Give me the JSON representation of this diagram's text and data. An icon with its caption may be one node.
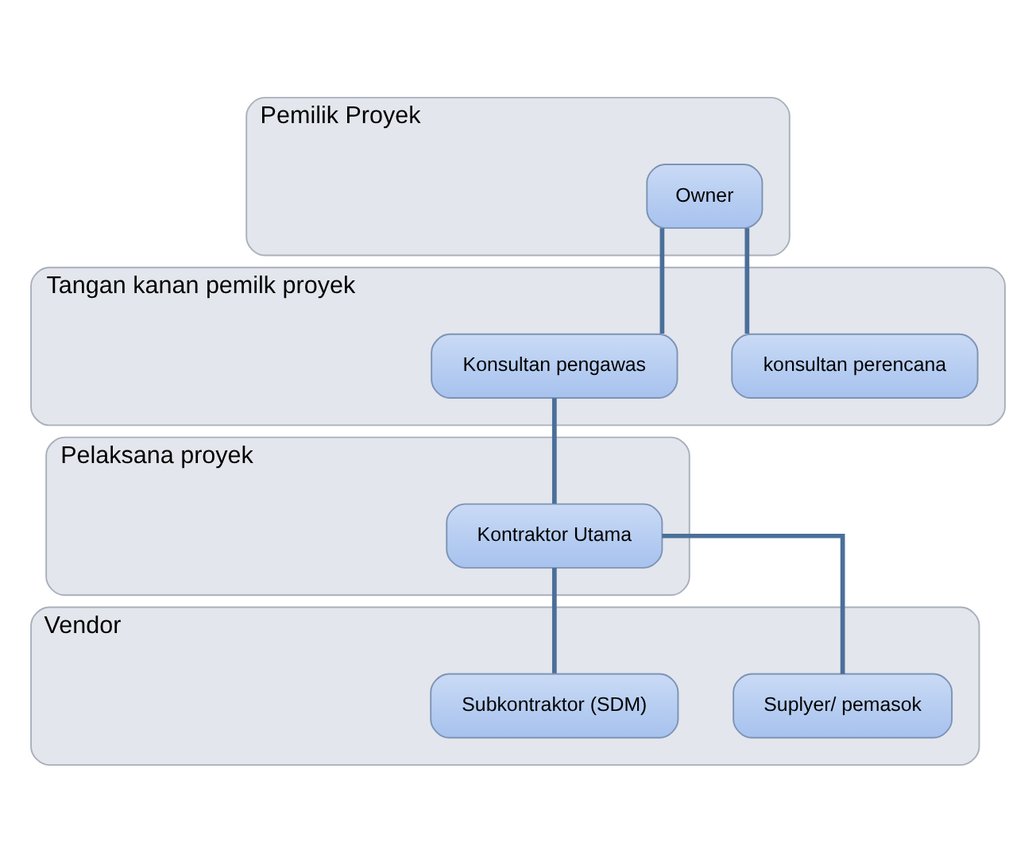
{
  "diagram": {
    "nodes": [
      {
        "text": [
          "Pemilik Proyek"
        ]
      },
      {
        "text": [
          "Owner"
        ],
        "in": 0
      },
      {
        "text": [
          "Tangan kanan pemilk proyek"
        ]
      },
      {
        "text": [
          "Konsultan pengawas"
        ],
        "in": 2
      },
      {
        "text": [
          "konsultan perencana"
        ],
        "in": 2
      },
      {
        "text": [
          "Pelaksana proyek"
        ]
      },
      {
        "text": [
          "Kontraktor Utama"
        ],
        "in": 5
      },
      {
        "text": [
          "Vendor"
        ]
      },
      {
        "text": [
          "Subkontraktor (SDM)"
        ],
        "in": 7
      },
      {
        "text": [
          "Suplyer/ pemasok"
        ],
        "in": 7
      }
    ],
    "edges": [
      {
        "from": 1,
        "to": 3,
        "arrow": "none"
      },
      {
        "from": 1,
        "to": 4,
        "arrow": "none"
      },
      {
        "from": 3,
        "to": 6,
        "arrow": "none"
      },
      {
        "from": 6,
        "to": 8,
        "arrow": "none"
      },
      {
        "from": 6,
        "to": 9,
        "arrow": "none"
      }
    ]
  }
}
